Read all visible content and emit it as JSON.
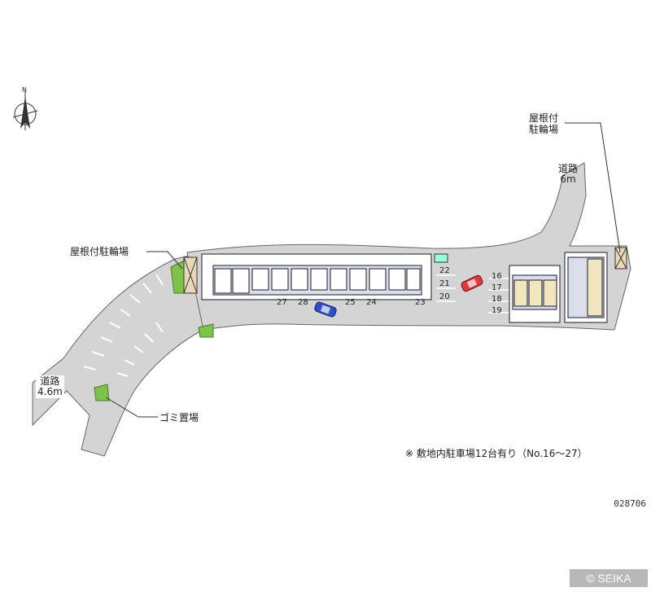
{
  "colors": {
    "ground": "#d4d4d4",
    "building_fill": "#ffffff",
    "building_line": "#1a1a2e",
    "unit_tint": "#d9dee8",
    "green": "#7fc24a",
    "car_red": "#e23a3a",
    "car_blue": "#2f4fc7",
    "copyright_bg": "#b8b8b8"
  },
  "labels": {
    "bike_left": "屋根付駐輪場",
    "bike_right_line1": "屋根付",
    "bike_right_line2": "駐輪場",
    "garbage": "ゴミ置場",
    "road_left_line1": "道路",
    "road_left_line2": "4.6m",
    "road_top_line1": "道路",
    "road_top_line2": "6m"
  },
  "parking_numbers": {
    "left_row": [
      "27",
      "28",
      "25",
      "24",
      "23"
    ],
    "middle_col": [
      "22",
      "21",
      "20"
    ],
    "right_col": [
      "16",
      "17",
      "18",
      "19"
    ]
  },
  "note": "※ 敷地内駐車場12台有り（No.16～27）",
  "code": "028706",
  "copyright": "© SEIKA",
  "compass": {
    "icon": "north-arrow-icon",
    "letter": "N"
  }
}
